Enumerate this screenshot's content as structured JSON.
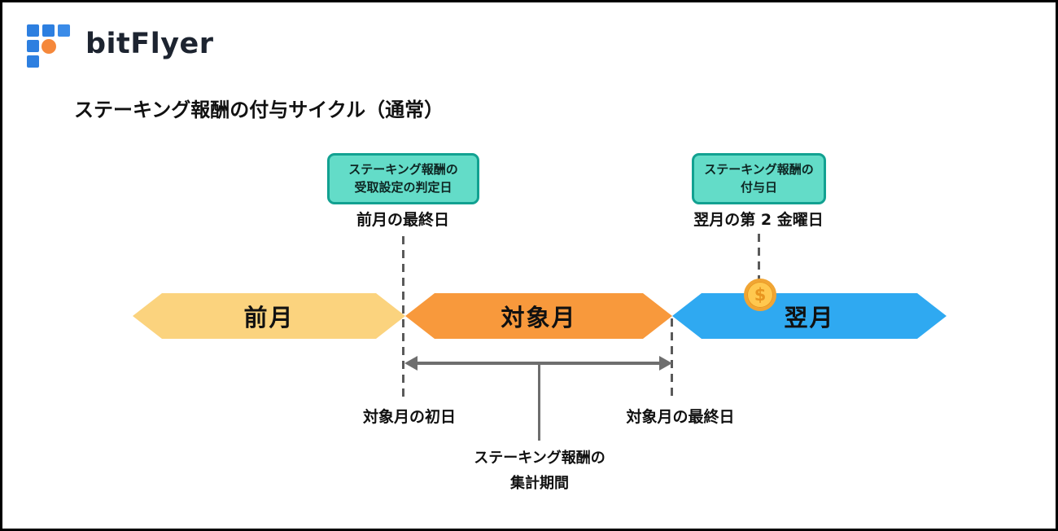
{
  "brand": {
    "name": "bitFlyer"
  },
  "title": "ステーキング報酬の付与サイクル（通常）",
  "callouts": {
    "judgment": {
      "line1": "ステーキング報酬の",
      "line2": "受取設定の判定日",
      "date": "前月の最終日"
    },
    "grant": {
      "line1": "ステーキング報酬の",
      "line2": "付与日",
      "date": "翌月の第 2 金曜日"
    }
  },
  "timeline": {
    "bars": [
      {
        "id": "prev-month",
        "label": "前月",
        "color": "#FBD37E"
      },
      {
        "id": "target-month",
        "label": "対象月",
        "color": "#F8993C"
      },
      {
        "id": "next-month",
        "label": "翌月",
        "color": "#2FA9F1"
      }
    ],
    "coin": {
      "symbol": "$"
    }
  },
  "period": {
    "start": "対象月の初日",
    "end": "対象月の最終日",
    "caption_line1": "ステーキング報酬の",
    "caption_line2": "集計期間"
  },
  "colors": {
    "callout_fill": "#63DCC8",
    "callout_border": "#12A191",
    "dash_line": "#5A5A5A",
    "arrow": "#6E6E6E",
    "coin_ring": "#F0A534",
    "coin_face": "#FFC84F",
    "coin_symbol": "#E8951F",
    "logo_blue": "#2D7FE0",
    "logo_orange": "#F5883B",
    "text": "#111111"
  }
}
